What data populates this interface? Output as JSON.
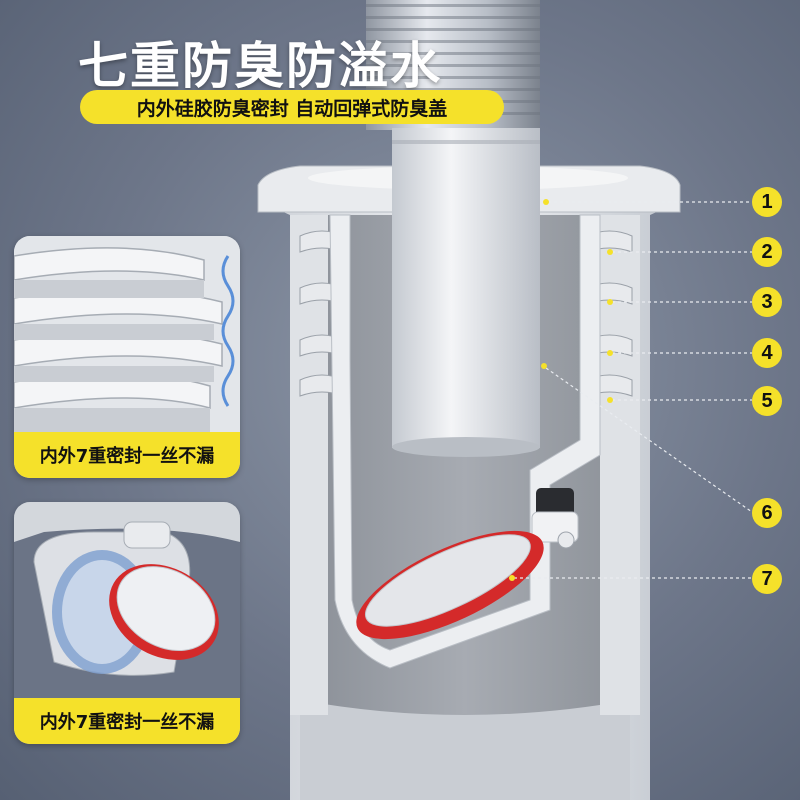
{
  "title": "七重防臭防溢水",
  "subtitle": "内外硅胶防臭密封 自动回弹式防臭盖",
  "cards": [
    {
      "label": "内外7重密封一丝不漏"
    },
    {
      "label": "内外7重密封一丝不漏"
    }
  ],
  "callouts": [
    "1",
    "2",
    "3",
    "4",
    "5",
    "6",
    "7"
  ],
  "colors": {
    "accent_yellow": "#f5e12a",
    "seal_red": "#d42a2a",
    "background": "#6d7689"
  }
}
